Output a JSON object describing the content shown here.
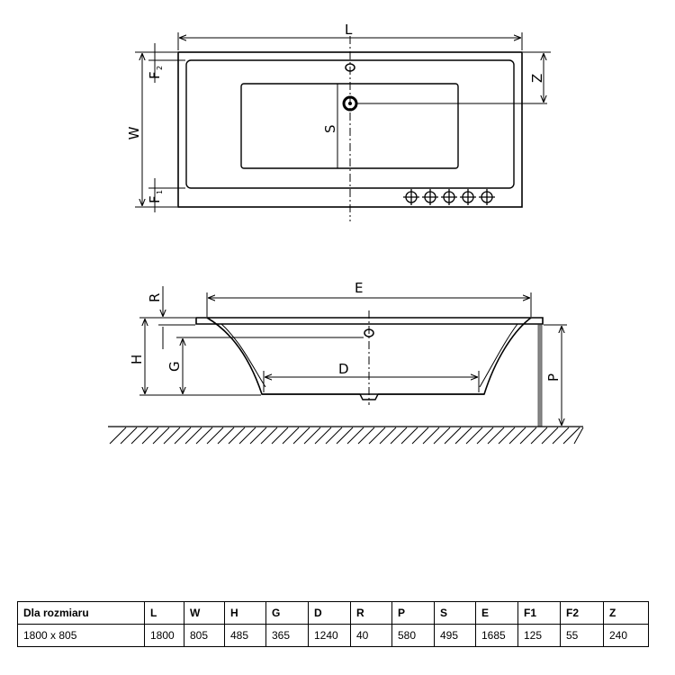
{
  "top_view": {
    "labels": {
      "L": "L",
      "W": "W",
      "F2": "F",
      "F2_sub": "2",
      "F1": "F",
      "F1_sub": "1",
      "Z": "Z",
      "S": "S"
    }
  },
  "side_view": {
    "labels": {
      "E": "E",
      "R": "R",
      "H": "H",
      "G": "G",
      "D": "D",
      "P": "P"
    }
  },
  "table": {
    "header": [
      "Dla rozmiaru",
      "L",
      "W",
      "H",
      "G",
      "D",
      "R",
      "P",
      "S",
      "E",
      "F1",
      "F2",
      "Z"
    ],
    "rows": [
      [
        "1800 x 805",
        "1800",
        "805",
        "485",
        "365",
        "1240",
        "40",
        "580",
        "495",
        "1685",
        "125",
        "55",
        "240"
      ]
    ]
  }
}
